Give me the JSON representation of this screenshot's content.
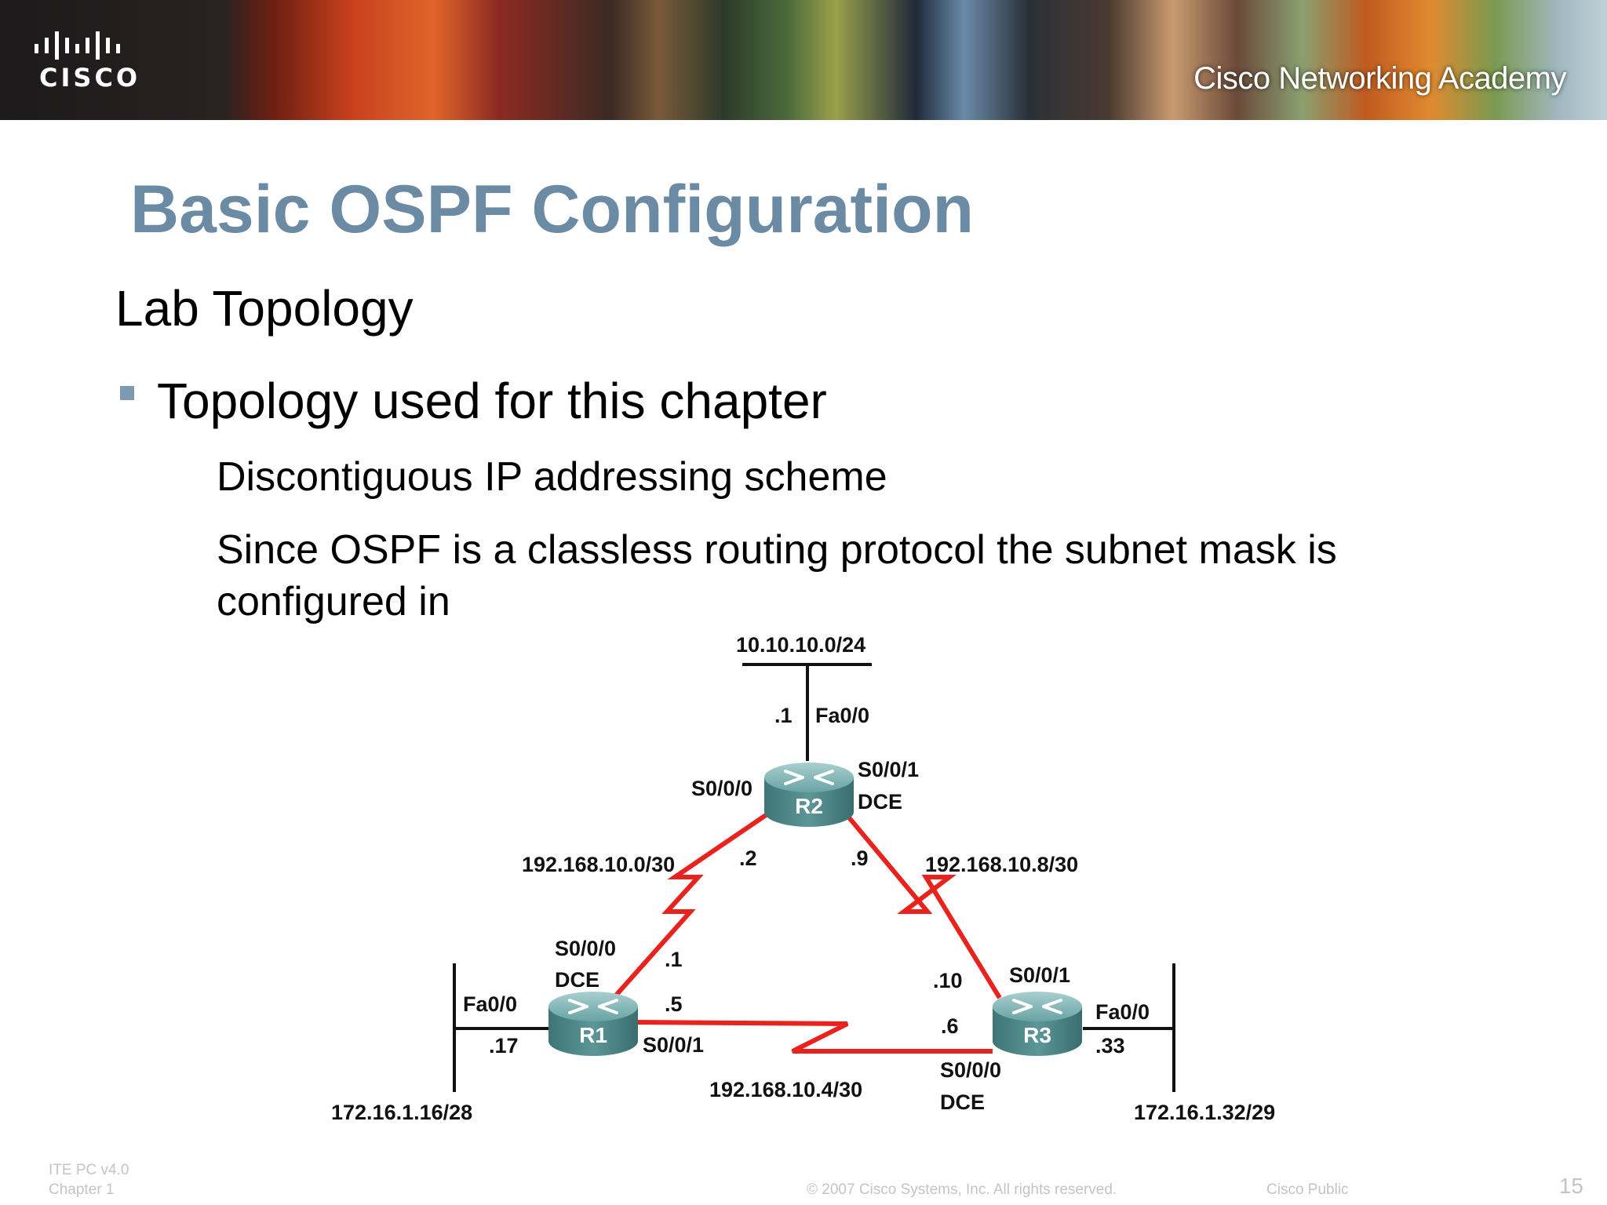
{
  "header": {
    "logo_text": "CISCO",
    "academy": "Cisco Networking Academy"
  },
  "slide": {
    "title": "Basic OSPF Configuration",
    "subtitle": "Lab Topology",
    "bullet": "Topology used for this chapter",
    "sub_bullets": [
      "Discontiguous IP addressing scheme",
      "Since OSPF is a classless routing protocol the subnet mask is configured in"
    ]
  },
  "topology": {
    "routers": [
      "R2",
      "R1",
      "R3"
    ],
    "networks": {
      "lan_r2": "10.10.10.0/24",
      "lan_r1": "172.16.1.16/28",
      "lan_r3": "172.16.1.32/29",
      "link_r1_r2": "192.168.10.0/30",
      "link_r2_r3": "192.168.10.8/30",
      "link_r1_r3": "192.168.10.4/30"
    },
    "labels": {
      "r2_fa_host": ".1",
      "r2_fa_if": "Fa0/0",
      "r2_s000": "S0/0/0",
      "r2_s001": "S0/0/1",
      "r2_dce": "DCE",
      "r2_to_r1_host": ".2",
      "r2_to_r3_host": ".9",
      "r1_s000": "S0/0/0",
      "r1_dce": "DCE",
      "r1_to_r2_host": ".1",
      "r1_to_r3_host": ".5",
      "r1_fa_if": "Fa0/0",
      "r1_fa_host": ".17",
      "r1_s001": "S0/0/1",
      "r3_s001": "S0/0/1",
      "r3_to_r2_host": ".10",
      "r3_to_r1_host": ".6",
      "r3_fa_if": "Fa0/0",
      "r3_fa_host": ".33",
      "r3_s000": "S0/0/0",
      "r3_dce": "DCE"
    }
  },
  "footer": {
    "course": "ITE PC v4.0",
    "chapter": "Chapter 1",
    "copyright": "© 2007 Cisco Systems, Inc. All rights reserved.",
    "classification": "Cisco Public",
    "page": "15"
  },
  "colors": {
    "title": "#6b8aa4",
    "serial_link": "#e8231e",
    "router_body": "#4e8a8c",
    "bullet": "#7e9ab2"
  }
}
